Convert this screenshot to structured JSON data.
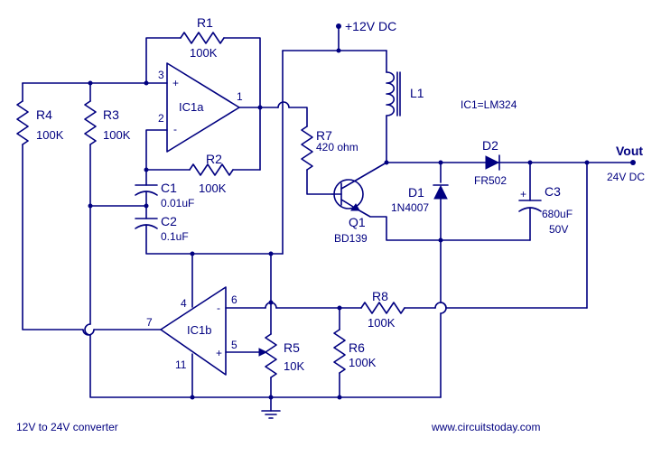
{
  "title": "12V to 24V converter",
  "website": "www.circuitstoday.com",
  "supply": "+12V DC",
  "ic_note": "IC1=LM324",
  "output": {
    "label": "Vout",
    "value": "24V DC"
  },
  "opamps": {
    "ic1a": {
      "name": "IC1a",
      "pin_plus_in": "3",
      "pin_minus_in": "2",
      "pin_out": "1",
      "plus": "+",
      "minus": "-"
    },
    "ic1b": {
      "name": "IC1b",
      "pin_minus_in": "6",
      "pin_plus_in": "5",
      "pin_out": "7",
      "pin_vcc": "4",
      "pin_gnd": "11",
      "plus": "+",
      "minus": "-"
    }
  },
  "components": {
    "r1": {
      "name": "R1",
      "value": "100K"
    },
    "r2": {
      "name": "R2",
      "value": "100K"
    },
    "r3": {
      "name": "R3",
      "value": "100K"
    },
    "r4": {
      "name": "R4",
      "value": "100K"
    },
    "r5": {
      "name": "R5",
      "value": "10K"
    },
    "r6": {
      "name": "R6",
      "value": "100K"
    },
    "r7": {
      "name": "R7",
      "value": "420 ohm"
    },
    "r8": {
      "name": "R8",
      "value": "100K"
    },
    "c1": {
      "name": "C1",
      "value": "0.01uF"
    },
    "c2": {
      "name": "C2",
      "value": "0.1uF"
    },
    "c3": {
      "name": "C3",
      "value": "680uF",
      "voltage": "50V",
      "polarity": "+"
    },
    "l1": {
      "name": "L1"
    },
    "d1": {
      "name": "D1",
      "value": "1N4007"
    },
    "d2": {
      "name": "D2",
      "value": "FR502"
    },
    "q1": {
      "name": "Q1",
      "value": "BD139"
    }
  }
}
